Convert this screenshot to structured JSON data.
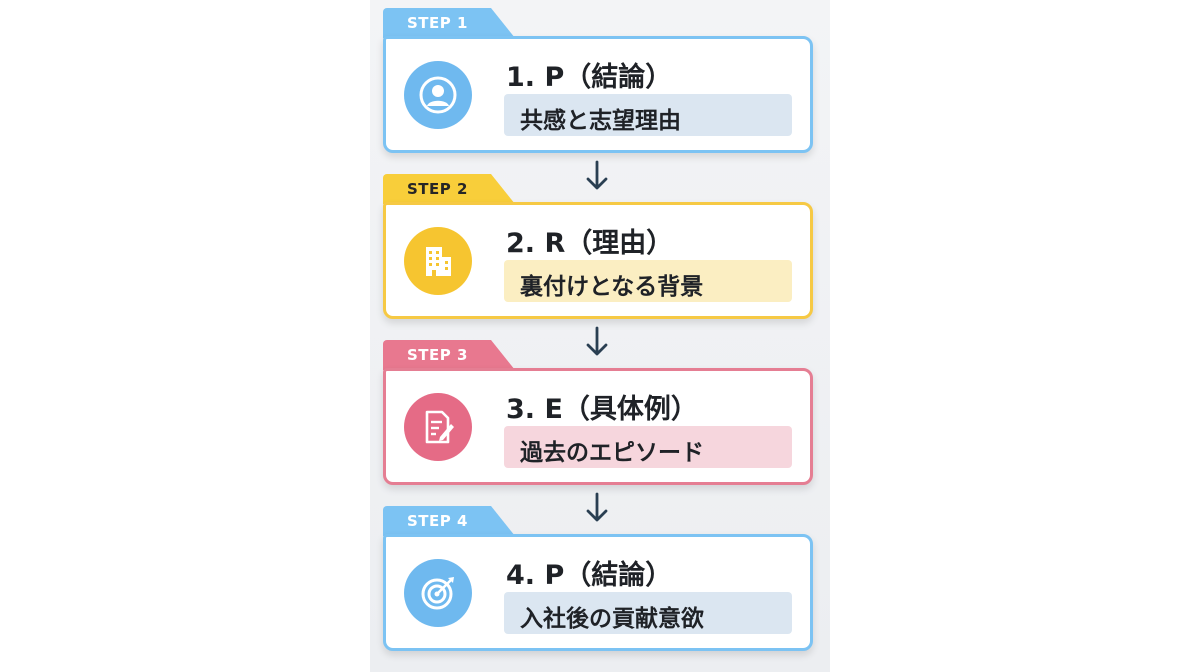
{
  "steps": [
    {
      "tag": "STEP 1",
      "title": "1. P（結論）",
      "subtitle": "共感と志望理由",
      "icon": "user-icon",
      "theme": "blue"
    },
    {
      "tag": "STEP 2",
      "title": "2. R（理由）",
      "subtitle": "裏付けとなる背景",
      "icon": "building-icon",
      "theme": "yellow"
    },
    {
      "tag": "STEP 3",
      "title": "3. E（具体例）",
      "subtitle": "過去のエピソード",
      "icon": "document-edit-icon",
      "theme": "pink"
    },
    {
      "tag": "STEP 4",
      "title": "4. P（結論）",
      "subtitle": "入社後の貢献意欲",
      "icon": "target-icon",
      "theme": "blue"
    }
  ],
  "colors": {
    "blue": "#7cc3f3",
    "yellow": "#f8ce3a",
    "pink": "#e8788f",
    "arrow": "#2a3f52"
  }
}
